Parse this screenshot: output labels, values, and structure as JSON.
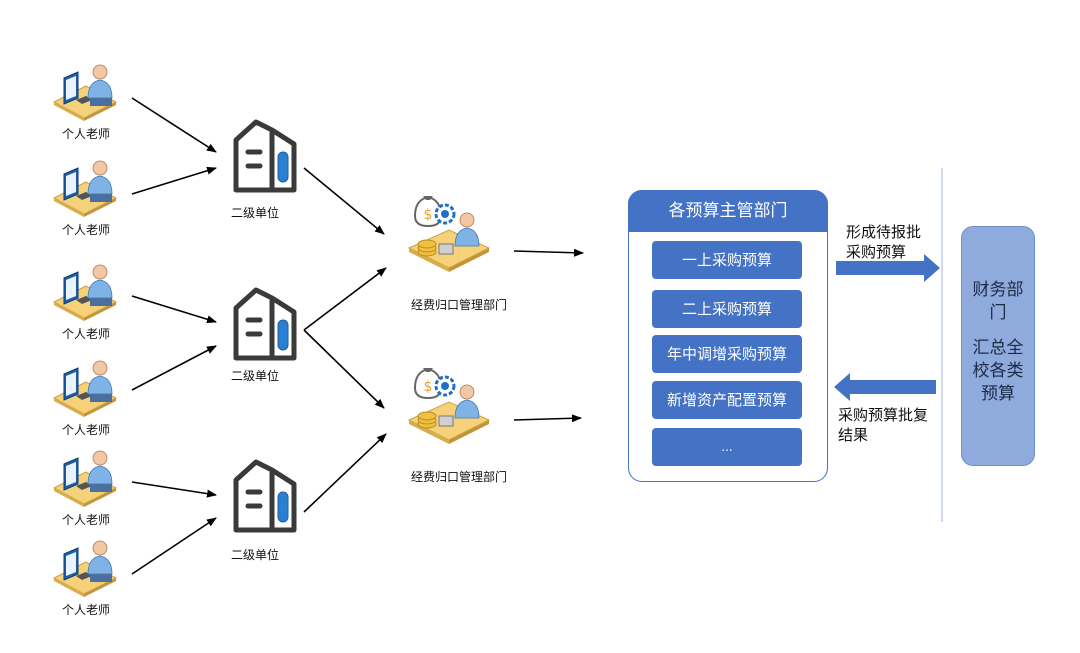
{
  "teachers": [
    {
      "label": "个人老师"
    },
    {
      "label": "个人老师"
    },
    {
      "label": "个人老师"
    },
    {
      "label": "个人老师"
    },
    {
      "label": "个人老师"
    },
    {
      "label": "个人老师"
    }
  ],
  "units": [
    {
      "label": "二级单位"
    },
    {
      "label": "二级单位"
    },
    {
      "label": "二级单位"
    }
  ],
  "funding_depts": [
    {
      "label": "经费归口管理部门"
    },
    {
      "label": "经费归口管理部门"
    }
  ],
  "budget_dept": {
    "title": "各预算主管部门",
    "items": [
      "一上采购预算",
      "二上采购预算",
      "年中调增采购预算",
      "新增资产配置预算",
      "..."
    ]
  },
  "arrow_labels": {
    "to_finance": [
      "形成待报批",
      "采购预算"
    ],
    "from_finance": [
      "采购预算批复",
      "结果"
    ]
  },
  "finance": {
    "lines": [
      "财务部",
      "门",
      "",
      "汇总全",
      "校各类",
      "预算"
    ]
  },
  "colors": {
    "primary": "#4472c4",
    "finance_box": "#8faadc"
  }
}
